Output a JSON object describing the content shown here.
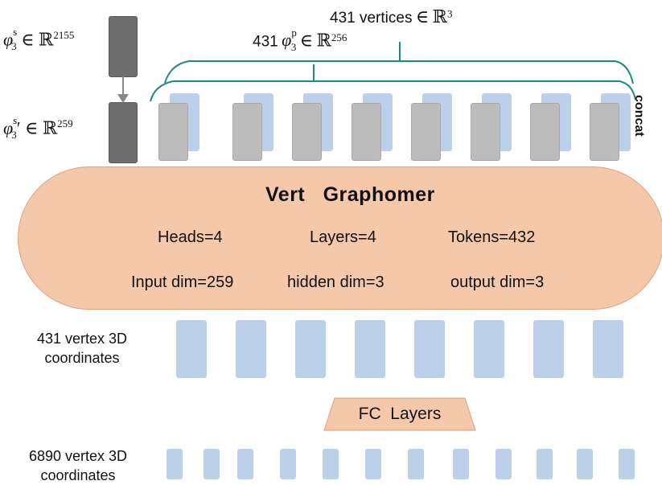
{
  "top_left_label": {
    "phi": "φ",
    "sup": "s",
    "sub": "3",
    "in": "∈",
    "R": "ℝ",
    "dim": "2155"
  },
  "mid_left_label": {
    "phi": "φ",
    "sup": "s",
    "sub": "3",
    "prime": "′",
    "in": "∈",
    "R": "ℝ",
    "dim": "259"
  },
  "vertices_label": {
    "prefix": "431 vertices",
    "in": "∈",
    "R": "ℝ",
    "dim": "3"
  },
  "pose_label": {
    "prefix": "431",
    "phi": "φ",
    "sup": "p",
    "sub": "3",
    "in": "∈",
    "R": "ℝ",
    "dim": "256"
  },
  "concat_label": "concat",
  "graphomer": {
    "title": "Vert   Graphomer",
    "heads": "Heads=4",
    "layers": "Layers=4",
    "tokens": "Tokens=432",
    "input_dim": "Input dim=259",
    "hidden_dim": "hidden dim=3",
    "output_dim": "output dim=3"
  },
  "vertex431_label": [
    "431 vertex 3D",
    "coordinates"
  ],
  "fc_label": "FC  Layers",
  "vertex6890_label": [
    "6890 vertex 3D",
    "coordinates"
  ],
  "colors": {
    "token_blue": "#bcd0ea",
    "token_gray": "#bcbcbc",
    "block_dark": "#6d6d6d",
    "blob_fill": "#f6c8aa",
    "bracket_teal": "#1f8a80"
  }
}
